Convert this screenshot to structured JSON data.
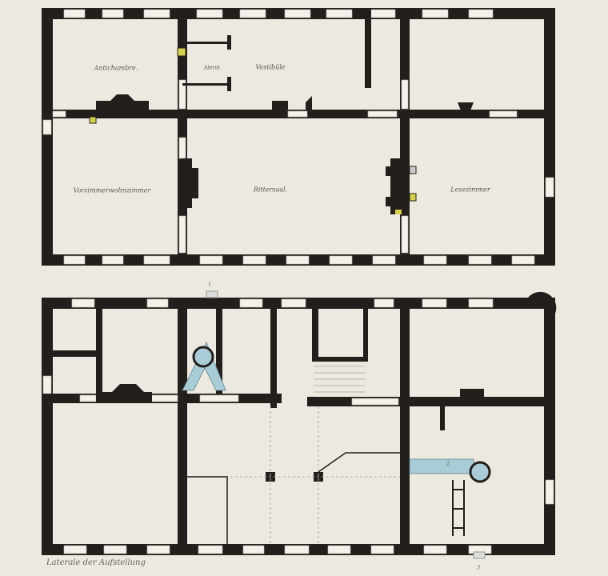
{
  "upper_floor": {
    "rooms": [
      {
        "label": "Antichambre."
      },
      {
        "label": "Abtritt"
      },
      {
        "label": "Vestibüle"
      },
      {
        "label": "Vorzimmerwohnzimmer"
      },
      {
        "label": "Rittersaal."
      },
      {
        "label": "Lesezimmer"
      }
    ]
  },
  "lower_floor": {
    "markers": [
      "1",
      "2",
      "3"
    ]
  },
  "caption": "Laterale der Aufstellung",
  "colors": {
    "wall": "#231f1d",
    "paper": "#ece9e0",
    "stove": "#d6d24a",
    "duct": "#a9cdd6"
  }
}
